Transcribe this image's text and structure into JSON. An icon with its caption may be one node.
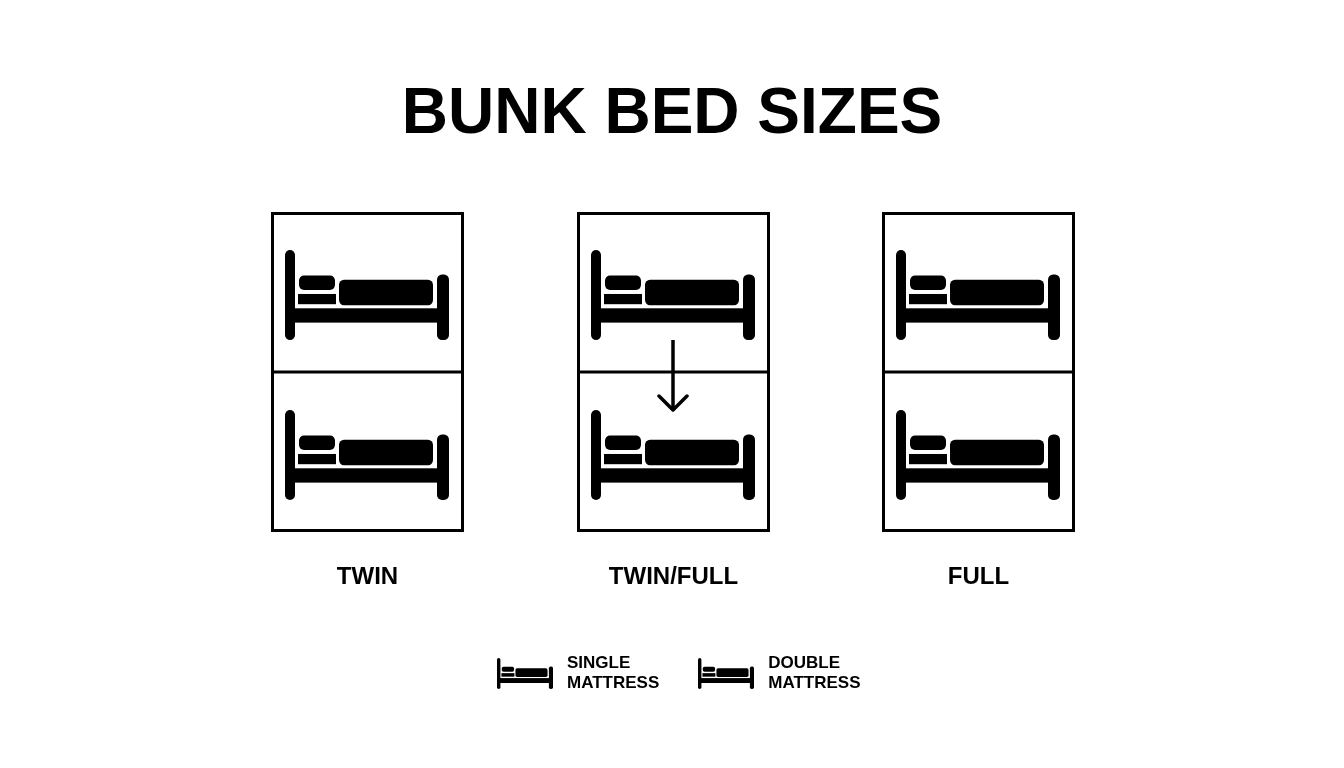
{
  "diagram": {
    "title": "BUNK BED SIZES",
    "nodes": [
      {
        "text": [],
        "shape": "box",
        "beside": [
          "TWIN"
        ]
      },
      {
        "text": [],
        "shape": "picture",
        "in": 0
      },
      {
        "text": [],
        "shape": "picture",
        "in": 0
      },
      {
        "text": [],
        "shape": "box",
        "beside": [
          "TWIN/FULL"
        ]
      },
      {
        "text": [],
        "shape": "picture",
        "in": 3
      },
      {
        "text": [],
        "shape": "picture",
        "in": 3
      },
      {
        "text": [],
        "shape": "box",
        "beside": [
          "FULL"
        ]
      },
      {
        "text": [],
        "shape": "picture",
        "in": 6
      },
      {
        "text": [],
        "shape": "picture",
        "in": 6
      }
    ],
    "edges": [
      {
        "from": 4,
        "to": 5,
        "arrow": "to"
      }
    ],
    "legend": [
      {
        "text": "SINGLE MATTRESS"
      },
      {
        "text": "DOUBLE MATTRESS"
      }
    ]
  }
}
